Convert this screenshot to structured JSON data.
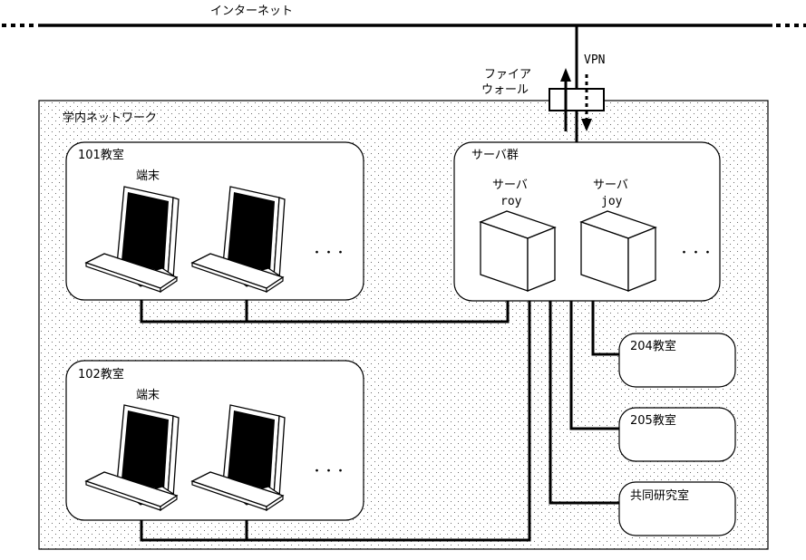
{
  "internet": {
    "label": "インターネット"
  },
  "firewall": {
    "label_line1": "ファイア",
    "label_line2": "ウォール",
    "vpn_label": "VPN"
  },
  "campus_network": {
    "label": "学内ネットワーク"
  },
  "rooms": [
    {
      "id": "room-101",
      "label": "101教室",
      "terminal_label": "端末",
      "ellipsis": "・・・"
    },
    {
      "id": "room-102",
      "label": "102教室",
      "terminal_label": "端末",
      "ellipsis": "・・・"
    }
  ],
  "server_group": {
    "label": "サーバ群",
    "servers": [
      {
        "type_label": "サーバ",
        "name": "roy"
      },
      {
        "type_label": "サーバ",
        "name": "joy"
      }
    ],
    "ellipsis": "・・・"
  },
  "other_rooms": [
    {
      "label": "204教室"
    },
    {
      "label": "205教室"
    },
    {
      "label": "共同研究室"
    }
  ],
  "colors": {
    "line": "#000000",
    "background": "#ffffff",
    "dot_pattern": "#8a8a8a",
    "screen": "#000000"
  }
}
